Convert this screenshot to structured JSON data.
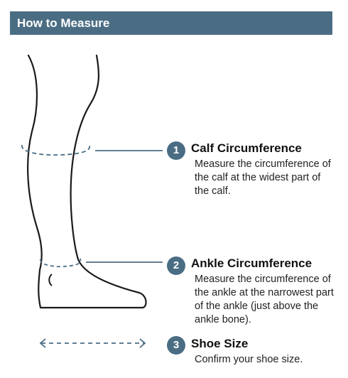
{
  "header": {
    "title": "How to Measure"
  },
  "steps": [
    {
      "number": "1",
      "title": "Calf Circumference",
      "description": "Measure the circumference of the calf at the widest part of the calf."
    },
    {
      "number": "2",
      "title": "Ankle Circumference",
      "description": "Measure the circumference of the ankle at the narrowest part of the ankle (just above the ankle bone)."
    },
    {
      "number": "3",
      "title": "Shoe Size",
      "description": "Confirm your shoe size."
    }
  ],
  "colors": {
    "accent": "#4b6d84",
    "line": "#1a1a1a",
    "guide": "#4b6d84"
  },
  "icons": [
    "leg-outline-illustration",
    "calf-measure-line",
    "ankle-measure-line",
    "double-arrow-icon"
  ]
}
